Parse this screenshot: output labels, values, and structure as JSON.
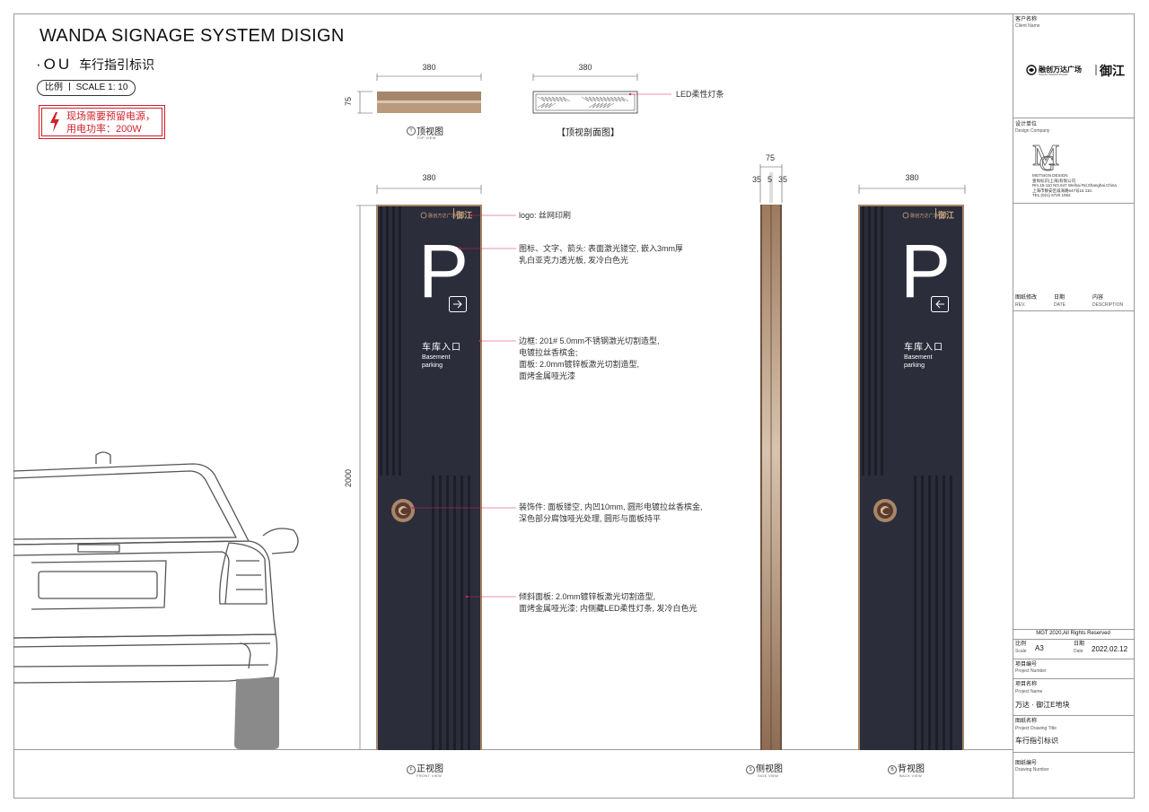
{
  "header": {
    "title": "WANDA SIGNAGE SYSTEM DISIGN",
    "code": "·OU",
    "subtitle": "车行指引标识",
    "scale_label": "比例",
    "scale_value": "SCALE  1: 10",
    "power_note_line1": "现场需要预留电源，",
    "power_note_line2": "用电功率：200W"
  },
  "top_views": {
    "top_width": "380",
    "top_depth": "75",
    "section_width": "380",
    "led_note": "LED柔性灯条",
    "top_view_label": "顶视图",
    "top_view_sub": "TOP VIEW",
    "top_view_badge": "T",
    "section_label": "【顶视剖面图】"
  },
  "front_view": {
    "width": "380",
    "height": "2000",
    "big_letter": "P",
    "sign_cn": "车库入口",
    "sign_en_1": "Basement",
    "sign_en_2": "parking",
    "logo_text": "融创万达广场",
    "logo_brand": "御江",
    "label": "正视图",
    "sub": "FRONT VIEW",
    "badge": "F"
  },
  "side_view": {
    "total": "75",
    "part_a": "35",
    "part_b": "5",
    "part_c": "35",
    "label": "侧视图",
    "sub": "SIDE VIEW",
    "badge": "S"
  },
  "back_view": {
    "width": "380",
    "label": "背视图",
    "sub": "BACK VIEW",
    "badge": "B"
  },
  "notes": {
    "logo": "logo: 丝网印刷",
    "icon_1": "图标、文字、箭头: 表面激光镂空, 嵌入3mm厚",
    "icon_2": "乳白亚克力透光板, 发冷白色光",
    "frame_1": "边框: 201# 5.0mm不锈钢激光切割造型,",
    "frame_2": "电镀拉丝香槟金;",
    "frame_3": "面板: 2.0mm镀锌板激光切割造型,",
    "frame_4": "面烤金属哑光漆",
    "deco_1": "装饰件: 面板镂空, 内凹10mm, 圆形电镀拉丝香槟金,",
    "deco_2": "深色部分腐蚀哑光处理, 圆形与面板持平",
    "slant_1": "倾斜面板: 2.0mm镀锌板激光切割造型,",
    "slant_2": "面烤金属哑光漆; 内侧藏LED柔性灯条, 发冷白色光"
  },
  "title_block": {
    "client_cn": "客户名称",
    "client_en": "Client Name",
    "client_logo": "融创万达广场",
    "client_logo_brand": "御江",
    "client_logo_sub": "SUNAC WANDA PLAZA",
    "design_cn": "设计单位",
    "design_en": "Design Company",
    "design_name": "MGTSIGN DESIGN",
    "design_line1": "壹尚标识(上海)有限公司",
    "design_line2": "Rm.15-110 NO.647 Weihai Rd,Shanghai,China",
    "design_line3": "上海市静安区威海路647号15 110.",
    "design_line4": "TEL:(021) 6720 1062",
    "rev_cn": "图纸修改",
    "rev_en": "REV.",
    "date_cn": "日期",
    "date_en": "DATE",
    "desc_cn": "内容",
    "desc_en": "DESCRIPTION",
    "copyright": "MGT 2020,All Rights Reserved",
    "scale_cn": "比例",
    "scale_en": "Scale",
    "scale_val": "A3",
    "date2_cn": "日期",
    "date2_en": "Date",
    "date_val": "2022.02.12",
    "pnum_cn": "项目编号",
    "pnum_en": "Project Number",
    "pname_cn": "项目名称",
    "pname_en": "Project Name",
    "pname_val": "万达 · 御江E地块",
    "dtitle_cn": "图纸名称",
    "dtitle_en": "Project Drawing Title",
    "dtitle_val": "车行指引标识",
    "dnum_cn": "图纸编号",
    "dnum_en": "Drawing Number"
  },
  "colors": {
    "panel": "#2b2d3b",
    "panel_dark": "#1f212c",
    "gold": "#a88667",
    "red": "#d0202a"
  },
  "icons": {
    "arrow_right": "arrow-right-icon",
    "arrow_left": "arrow-left-icon",
    "power": "lightning-icon",
    "medallion": "medallion-icon",
    "car": "car-rear-icon"
  }
}
